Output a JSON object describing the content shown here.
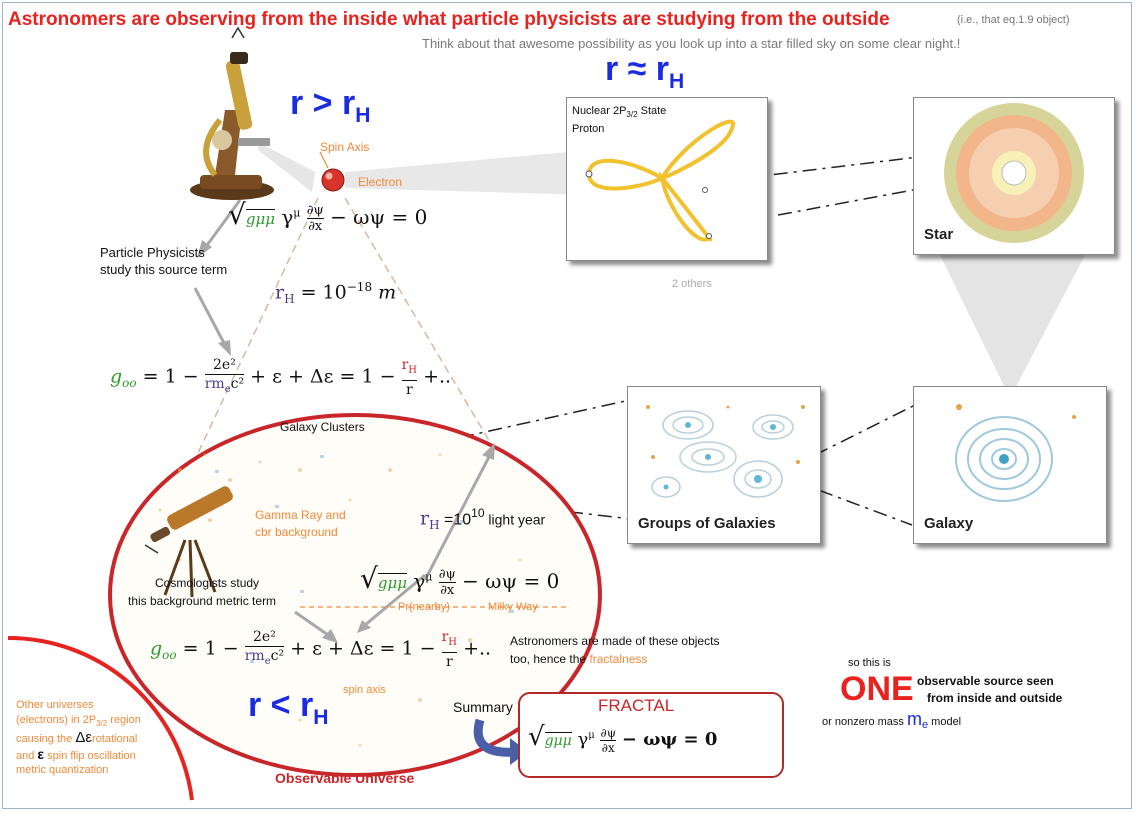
{
  "header": {
    "title": "Astronomers are observing from the inside what particle physicists are studying from the outside",
    "title_note": "(i.e., that eq.1.9 object)",
    "subtitle": "Think about that awesome possibility as you look up into a star filled sky on some clear night.!"
  },
  "regions": {
    "r_gt": {
      "r": "r > r",
      "sub": "H"
    },
    "r_approx": {
      "r": "r ≈ r",
      "sub": "H"
    },
    "r_lt": {
      "r": "r < r",
      "sub": "H"
    }
  },
  "microscope_area": {
    "spin_axis": "Spin Axis",
    "electron": "Electron",
    "physicists_line1": "Particle Physicists",
    "physicists_line2": "study this source term",
    "rh_value": "r",
    "rh_sub": "H",
    "rh_rest": " = 10",
    "rh_exp": "−18",
    "rh_unit": " m"
  },
  "equations": {
    "dirac_left": "γ",
    "dirac_mu": "μ",
    "dirac_rest": "− ωψ = 0",
    "dpsi": "∂ψ",
    "dx": "∂x",
    "g_mu": "gμμ",
    "metric_lhs": "g",
    "metric_lhs_sub": "oo",
    "metric_num": "2e²",
    "metric_den": "rm",
    "metric_den_sub": "e",
    "metric_den_rest": "c²",
    "metric_mid": "+ ε + Δε = 1 −",
    "metric_rh": "r",
    "metric_rh_sub": "H",
    "metric_r": "r",
    "metric_tail": "+..",
    "eq_one": "= 1 −"
  },
  "panels": {
    "proton": {
      "line1": "Nuclear  2P",
      "sub": "3/2",
      "line1b": " State",
      "line2": "Proton",
      "others": "2 others"
    },
    "star": {
      "label": "Star"
    },
    "groups": {
      "label": "Groups of Galaxies"
    },
    "galaxy": {
      "label": "Galaxy"
    }
  },
  "universe": {
    "clusters": "Galaxy Clusters",
    "gamma1": "Gamma Ray and",
    "gamma2": "cbr background",
    "rh_prefix": "r",
    "rh_sub": "H",
    "rh_value": " =10",
    "rh_exp": "10",
    "rh_unit": " light year",
    "cosmo1": "Cosmologists study",
    "cosmo2": "this background metric term",
    "milky_left": "Pr(nearby)",
    "milky_right": "Milky Way",
    "spin_axis": "spin axis",
    "observable": "Observable Universe",
    "astro1": "Astronomers are made of these objects",
    "astro2": "too, hence the ",
    "astro_fractal": "fractalness"
  },
  "one_block": {
    "so_this_is": "so this is",
    "one": "ONE",
    "source1": "observable source seen",
    "source2": "from inside and outside",
    "model_pre": "or nonzero mass ",
    "model_m": "m",
    "model_sub": "e",
    "model_post": " model"
  },
  "summary": {
    "label": "Summary",
    "fractal": "FRACTAL",
    "eq_rest": "− ωψ = 0"
  },
  "other_universes": {
    "l1": "Other universes",
    "l2a": "(electrons) in 2P",
    "l2sub": "3/2",
    "l2b": " region",
    "l3a": "causing the ",
    "l3b": "Δε",
    "l3c": "rotational",
    "l4a": "and ",
    "l4b": "ε",
    "l4c": " spin flip oscillation",
    "l5": "metric quantization"
  },
  "colors": {
    "title": "#e8231f",
    "blue": "#1a2be0",
    "orange": "#f08a3a",
    "ellipse_red": "#c8262a",
    "proton_yellow": "#f2c12e"
  }
}
